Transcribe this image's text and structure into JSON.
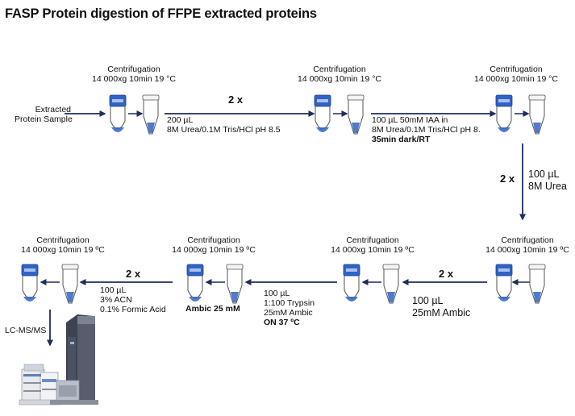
{
  "title": "FASP Protein digestion of FFPE extracted proteins",
  "source_label": [
    "Extracted",
    "Protein Sample"
  ],
  "centrifugation": {
    "title": "Centrifugation",
    "cond_c": "14 000xg 10min 19 °C",
    "cond_o": "14 000xg 10min 19 ºC"
  },
  "repeat_label": "2 x",
  "step1": [
    "200 µL",
    "8M Urea/0.1M Tris/HCl pH 8.5"
  ],
  "step2": [
    "100 µL 50mM IAA in",
    "8M Urea/0.1M Tris/HCl pH 8.",
    "35min dark/RT"
  ],
  "step3": [
    "100 µL",
    "8M Urea"
  ],
  "step4": [
    "100 µL",
    "25mM Ambic"
  ],
  "step5": [
    "100 µL",
    "1:100 Trypsin",
    "25mM Ambic",
    "ON 37 ºC"
  ],
  "step5_side": "Ambic 25 mM",
  "step6": [
    "100 µL",
    "3% ACN",
    "0.1% Formic Acid"
  ],
  "final_label": "LC-MS/MS",
  "colors": {
    "arrow": "#1f2d5c",
    "tube_cap": "#2f63c8",
    "liquid": "#2f63c8",
    "tube_outline": "#555555"
  }
}
